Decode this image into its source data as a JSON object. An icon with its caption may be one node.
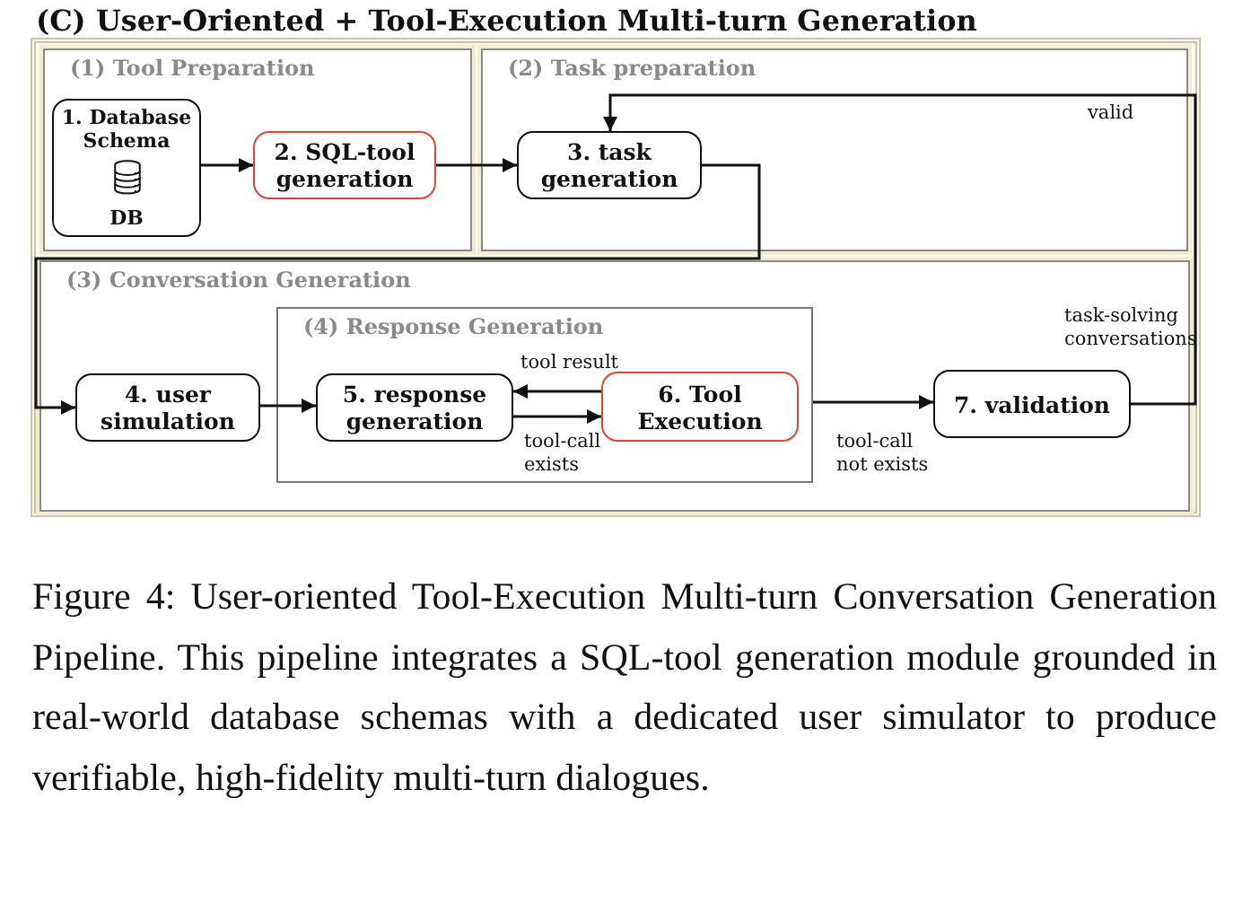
{
  "diagram": {
    "title": "(C) User-Oriented + Tool-Execution Multi-turn Generation",
    "caption": "Figure 4: User-oriented Tool-Execution Multi-turn Conversation Generation Pipeline. This pipeline integrates a SQL-tool generation module grounded in real-world database schemas with a dedicated user simulator to produce verifiable, high-fidelity multi-turn dialogues.",
    "nodes": [
      {
        "text": [
          "(1) Tool Preparation"
        ]
      },
      {
        "text": [
          "1. Database Schema",
          "DB"
        ],
        "in": 0
      },
      {
        "text": [
          "2. SQL-tool generation"
        ],
        "in": 0
      },
      {
        "text": [
          "(2) Task preparation"
        ]
      },
      {
        "text": [
          "3. task generation"
        ],
        "in": 3
      },
      {
        "text": [
          "(3) Conversation Generation"
        ]
      },
      {
        "text": [
          "4. user simulation"
        ],
        "in": 5
      },
      {
        "text": [
          "(4) Response Generation"
        ],
        "in": 5
      },
      {
        "text": [
          "5. response generation"
        ],
        "in": 7
      },
      {
        "text": [
          "6. Tool Execution"
        ],
        "in": 7
      },
      {
        "text": [
          "7. validation"
        ],
        "in": 5
      }
    ],
    "edges": [
      {
        "from": 1,
        "to": 2,
        "arrow": "to"
      },
      {
        "from": 2,
        "to": 4,
        "arrow": "to"
      },
      {
        "from": 4,
        "to": 6,
        "arrow": "to"
      },
      {
        "from": 6,
        "to": 8,
        "arrow": "to"
      },
      {
        "from": 9,
        "to": 8,
        "arrow": "to",
        "label": "tool result"
      },
      {
        "from": 8,
        "to": 9,
        "arrow": "to",
        "label": "tool-call exists"
      },
      {
        "from": 7,
        "to": 10,
        "arrow": "to",
        "label": "tool-call not exists"
      },
      {
        "from": 10,
        "to": 4,
        "arrow": "to",
        "label": "valid"
      }
    ],
    "labels": [
      "task-solving conversations"
    ]
  }
}
